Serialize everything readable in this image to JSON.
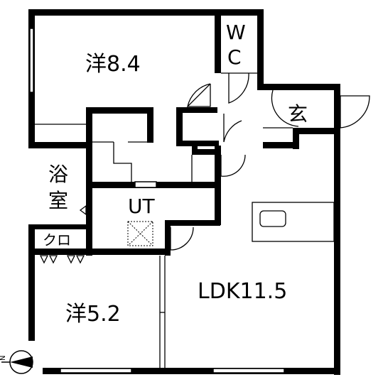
{
  "rooms": {
    "western_large": "洋8.4",
    "wc_line1": "W",
    "wc_line2": "C",
    "entrance": "玄",
    "bath_line1": "浴",
    "bath_line2": "室",
    "utility": "UT",
    "closet": "クロ",
    "western_small": "洋5.2",
    "ldk": "LDK11.5"
  },
  "compass": {
    "label": "N",
    "icon": "north-arrow-icon"
  },
  "colors": {
    "wall": "#000000",
    "background": "#ffffff",
    "window": "#000000"
  }
}
